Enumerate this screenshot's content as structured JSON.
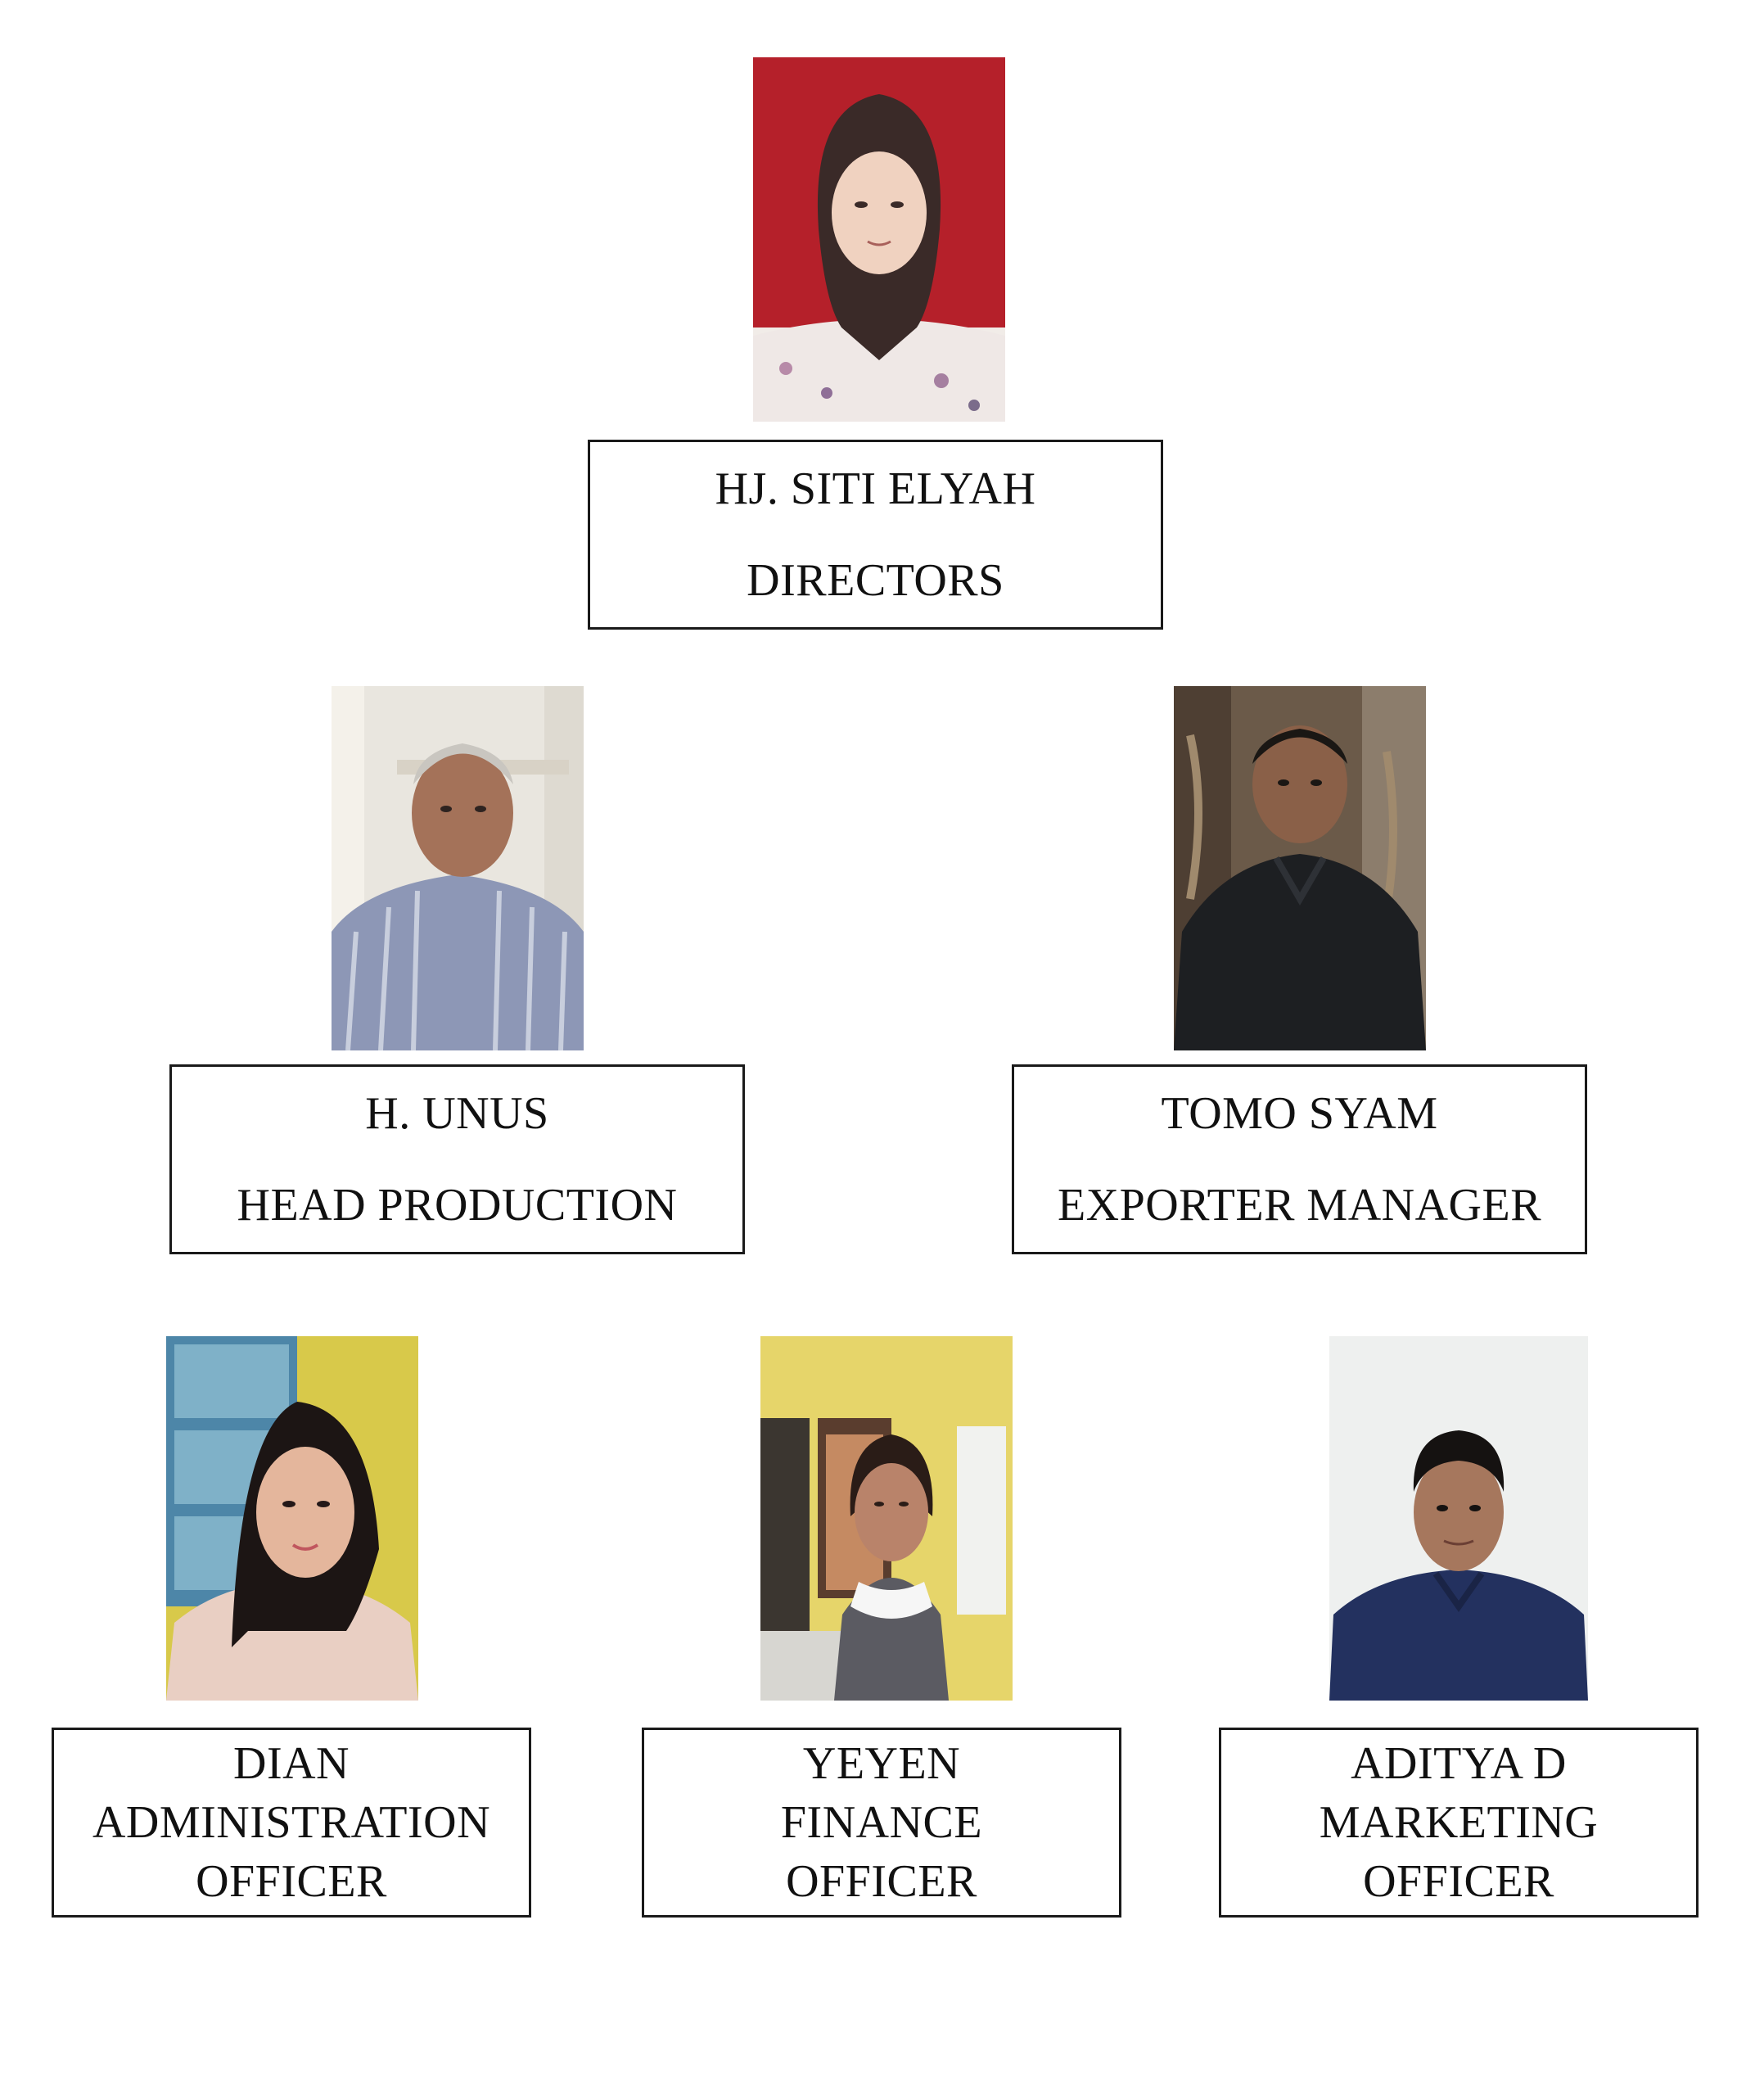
{
  "director": {
    "name": "HJ. SITI ELYAH",
    "role": "DIRECTORS"
  },
  "production": {
    "name": "H. UNUS",
    "role": "HEAD PRODUCTION"
  },
  "exporter": {
    "name": "TOMO SYAM",
    "role": "EXPORTER MANAGER"
  },
  "admin": {
    "name": "DIAN",
    "role_line1": "ADMINISTRATION",
    "role_line2": "OFFICER"
  },
  "finance": {
    "name": "YEYEN",
    "role_line1": "FINANCE",
    "role_line2": "OFFICER"
  },
  "marketing": {
    "name": "ADITYA D",
    "role_line1": "MARKETING",
    "role_line2": "OFFICER"
  },
  "colors": {
    "border": "#1a1a1a",
    "director_bg": "#b5202a",
    "production_bg": "#e9e6df",
    "exporter_bg": "#6b5a49",
    "admin_bg": "#d8c94a",
    "finance_bg": "#e6d56a",
    "marketing_bg": "#eef0ef"
  }
}
